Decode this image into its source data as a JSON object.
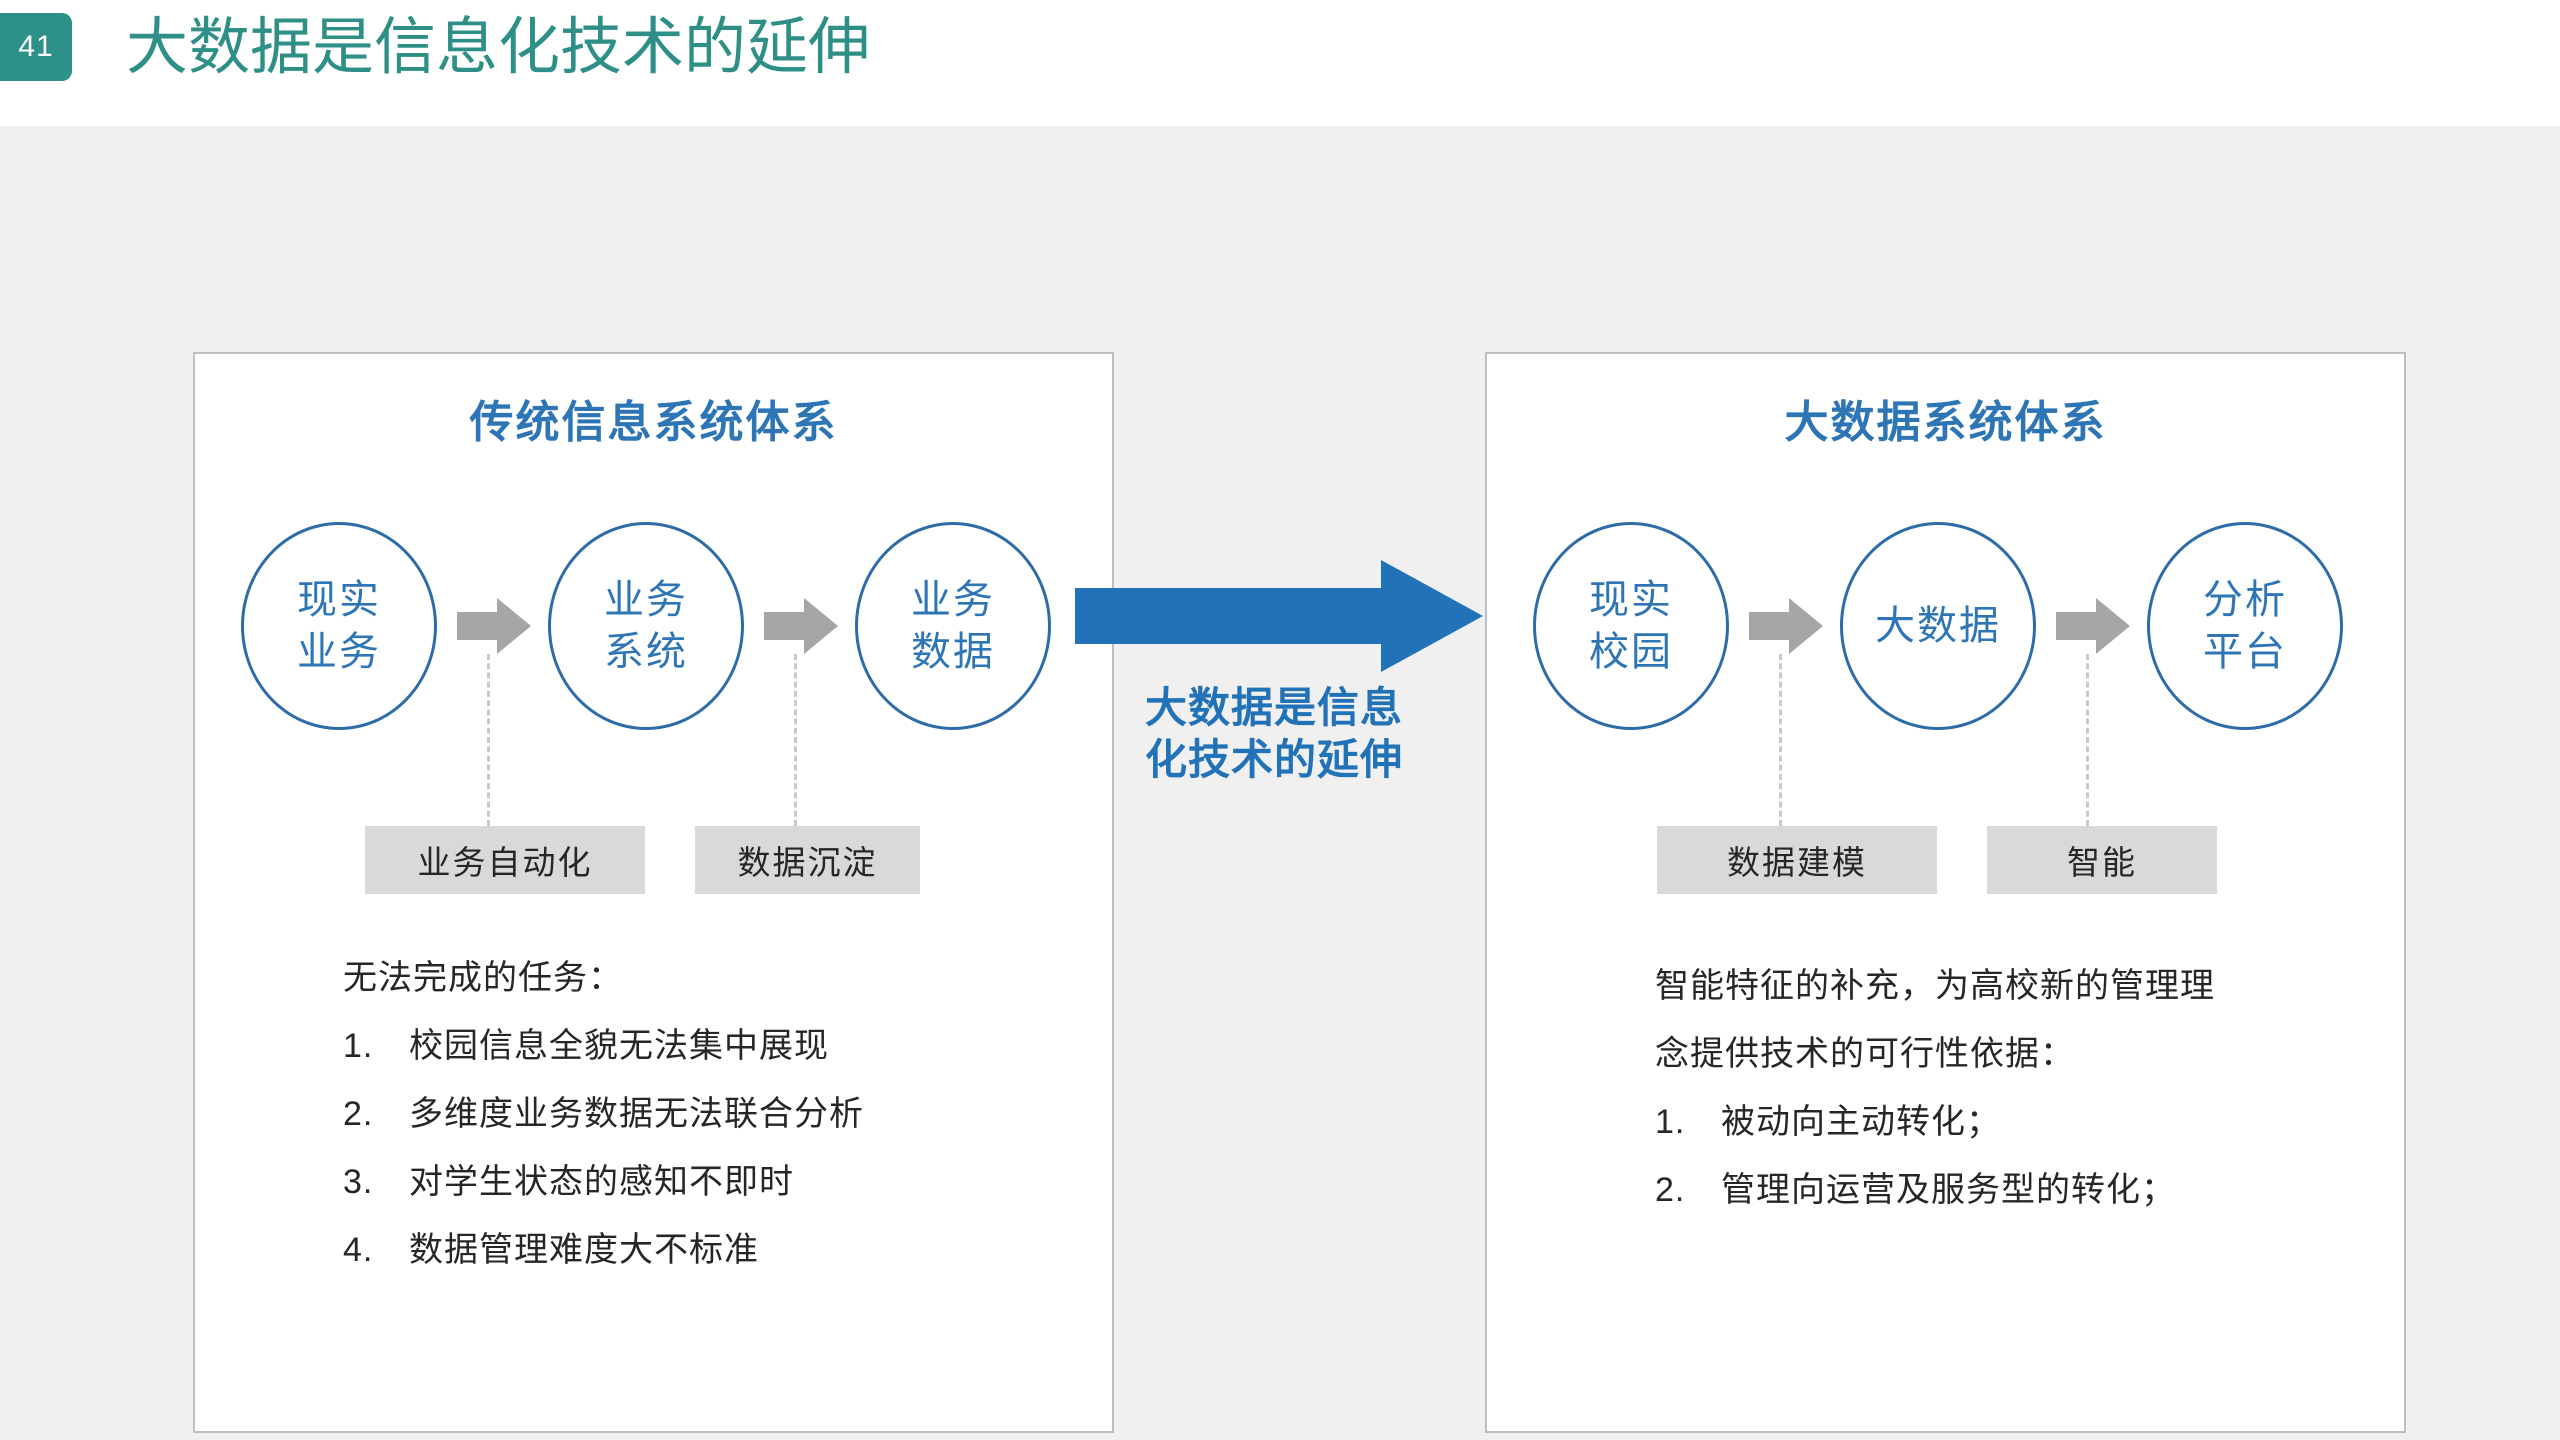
{
  "header": {
    "page_number": "41",
    "title": "大数据是信息化技术的延伸",
    "badge_color": "#2E9189",
    "title_color": "#2E8F87"
  },
  "center": {
    "arrow_color": "#2272B8",
    "caption_line1": "大数据是信息",
    "caption_line2": "化技术的延伸"
  },
  "left_panel": {
    "heading": "传统信息系统体系",
    "heading_color": "#2E75B6",
    "circles": [
      {
        "line1": "现实",
        "line2": "业务"
      },
      {
        "line1": "业务",
        "line2": "系统"
      },
      {
        "line1": "业务",
        "line2": "数据"
      }
    ],
    "labels": [
      {
        "text": "业务自动化"
      },
      {
        "text": "数据沉淀"
      }
    ],
    "lead": "无法完成的任务：",
    "items": [
      {
        "num": "1.",
        "text": "校园信息全貌无法集中展现"
      },
      {
        "num": "2.",
        "text": "多维度业务数据无法联合分析"
      },
      {
        "num": "3.",
        "text": "对学生状态的感知不即时"
      },
      {
        "num": "4.",
        "text": "数据管理难度大不标准"
      }
    ]
  },
  "right_panel": {
    "heading": "大数据系统体系",
    "heading_color": "#2E75B6",
    "circles": [
      {
        "line1": "现实",
        "line2": "校园"
      },
      {
        "line1": "大数据",
        "line2": ""
      },
      {
        "line1": "分析",
        "line2": "平台"
      }
    ],
    "labels": [
      {
        "text": "数据建模"
      },
      {
        "text": "智能"
      }
    ],
    "lead_line1": "智能特征的补充，为高校新的管理理",
    "lead_line2": "念提供技术的可行性依据：",
    "items": [
      {
        "num": "1.",
        "text": "被动向主动转化；"
      },
      {
        "num": "2.",
        "text": "管理向运营及服务型的转化；"
      }
    ]
  },
  "colors": {
    "canvas_background": "#F0F0F0",
    "panel_border": "#BFBFBF",
    "circle_stroke": "#2E6CA8",
    "gray_arrow": "#A6A6A6",
    "gray_box": "#D9D9D9"
  }
}
